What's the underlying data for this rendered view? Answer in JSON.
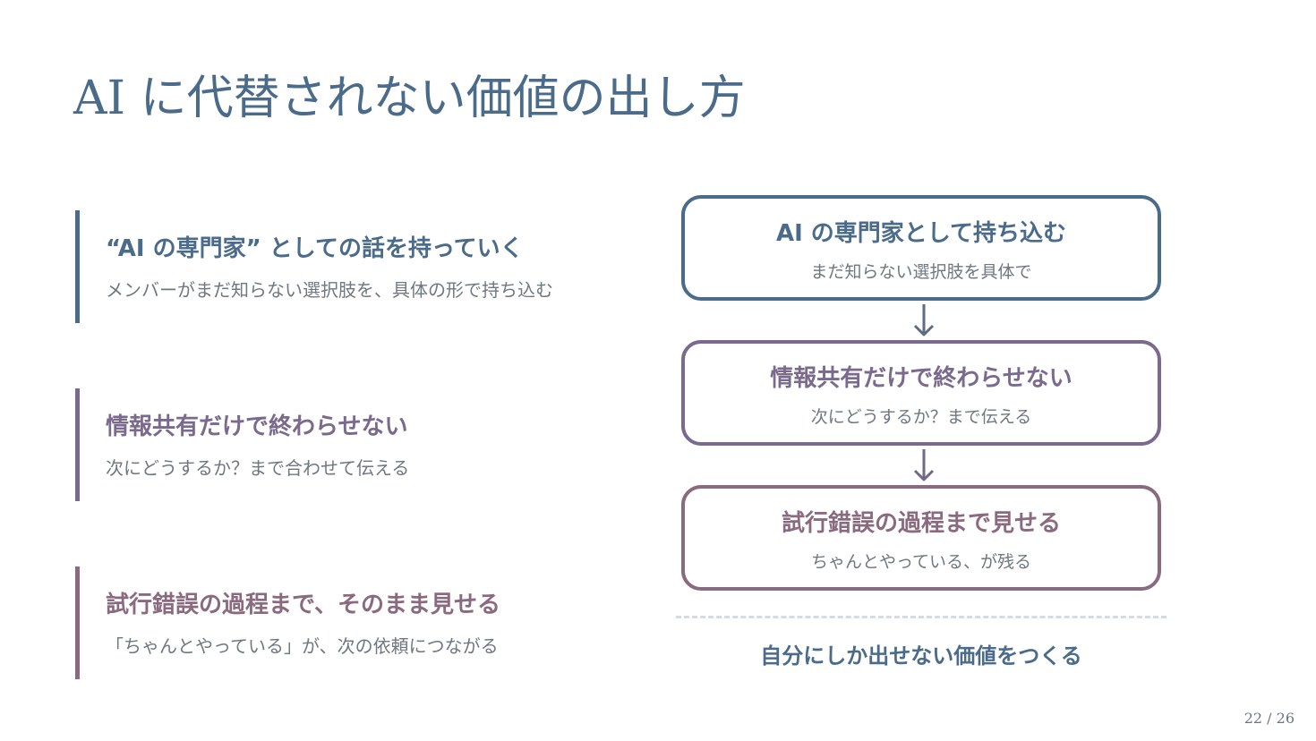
{
  "slide": {
    "title": "AI に代替されない価値の出し方",
    "points": [
      {
        "title": "“AI の専門家” としての話を持っていく",
        "description": "メンバーがまだ知らない選択肢を、具体の形で持ち込む",
        "color": "#4a6b8a"
      },
      {
        "title": "情報共有だけで終わらせない",
        "description": "次にどうするか？まで合わせて伝える",
        "color": "#7a6a8e"
      },
      {
        "title": "試行錯誤の過程まで、そのまま見せる",
        "description": "「ちゃんとやっている」が、次の依頼につながる",
        "color": "#8a6a7e"
      }
    ],
    "flow": [
      {
        "title": "AI の専門家として持ち込む",
        "description": "まだ知らない選択肢を具体で",
        "color": "#4a6b8a"
      },
      {
        "title": "情報共有だけで終わらせない",
        "description": "次にどうするか？まで伝える",
        "color": "#7a6a8e"
      },
      {
        "title": "試行錯誤の過程まで見せる",
        "description": "ちゃんとやっている、が残る",
        "color": "#8a6a7e"
      }
    ],
    "conclusion": "自分にしか出せない価値をつくる",
    "page_number": "22 / 26"
  }
}
